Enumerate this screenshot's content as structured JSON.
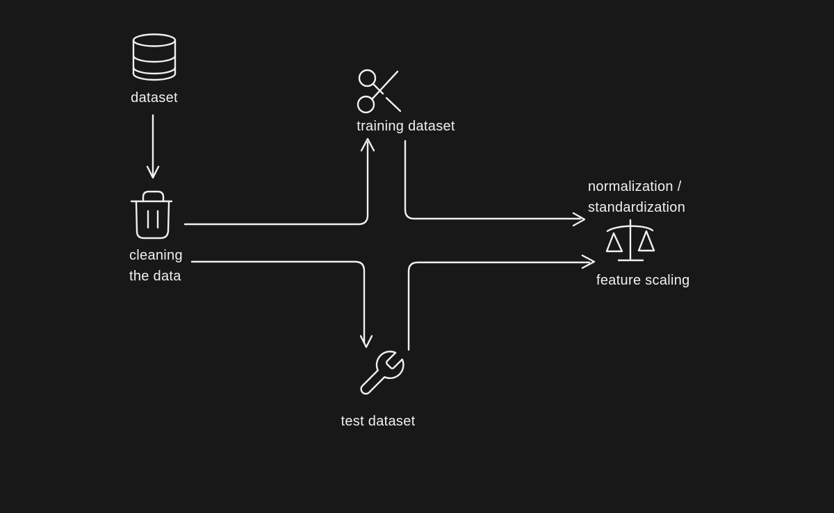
{
  "diagram": {
    "background_color": "#181818",
    "stroke_color": "#f1f1f1",
    "style": "hand-drawn whiteboard sketch, white strokes on dark background",
    "nodes": [
      {
        "id": "dataset",
        "label": "dataset",
        "icon": "database-icon",
        "position": "top-left"
      },
      {
        "id": "cleaning",
        "label": "cleaning the data",
        "icon": "trash-icon",
        "position": "mid-left"
      },
      {
        "id": "training",
        "label": "training dataset",
        "icon": "scissors-icon",
        "position": "top-center"
      },
      {
        "id": "test",
        "label": "test dataset",
        "icon": "wrench-icon",
        "position": "bottom-center"
      },
      {
        "id": "feature-scaling",
        "label": "feature scaling",
        "sublabel": "normalization / standardization",
        "icon": "balance-scale-icon",
        "position": "mid-right"
      }
    ],
    "edges": [
      {
        "from": "dataset",
        "to": "cleaning",
        "direction": "down"
      },
      {
        "from": "cleaning",
        "to": "training",
        "direction": "right-then-up"
      },
      {
        "from": "cleaning",
        "to": "test",
        "direction": "right-then-down"
      },
      {
        "from": "training",
        "to": "feature-scaling",
        "direction": "down-then-right"
      },
      {
        "from": "test",
        "to": "feature-scaling",
        "direction": "up-then-right"
      }
    ]
  },
  "labels": {
    "dataset": "dataset",
    "cleaning_line1": "cleaning",
    "cleaning_line2": "the data",
    "training": "training dataset",
    "test": "test dataset",
    "norm_line1": "normalization /",
    "norm_line2": "standardization",
    "feature_scaling": "feature scaling"
  }
}
